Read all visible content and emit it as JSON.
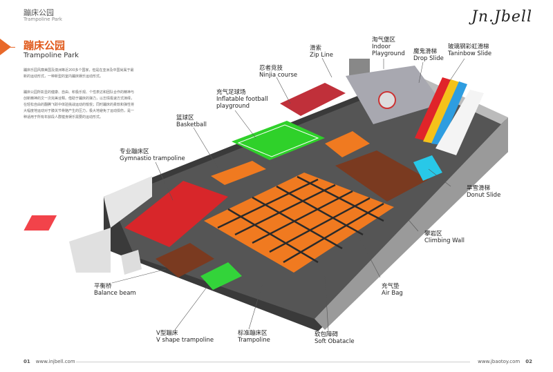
{
  "header": {
    "title_cn": "蹦床公园",
    "title_en": "Trampoline Park",
    "brand": "Jn.Jbell"
  },
  "intro": {
    "title_cn": "蹦床公园",
    "title_en": "Trampoline Park",
    "paragraph1": "蹦床乐园风靡美国及澳洲等近200多个国家，但是在亚洲及中国尚属于最新的运动形式，一种新型的室内蹦床娱乐运动形式。",
    "paragraph2": "蹦床公园所彰显的健康、自由、积极乐观、个性表达和团队合作的精神与创新精神的文一次完美诠释。借助于蹦床的弹力，以忘情极速方式演绎，在轻松自由的翻腾飞跃中体验挑战运动的愉悦；同时蹦床的柔软和弹性将大幅度地运动对于膝关节骨骼产生的压力，极大地避免了运动损伤，是一种适用于所有年龄段人群健身娱乐需要的运动形式。"
  },
  "labels": [
    {
      "id": "zip-line",
      "cn": "滑索",
      "en": "Zip Line"
    },
    {
      "id": "indoor-playground",
      "cn": "淘气堡区",
      "en": "Indoor Playground"
    },
    {
      "id": "drop-slide",
      "cn": "魔鬼滑梯",
      "en": "Drop Slide"
    },
    {
      "id": "taninbow-slide",
      "cn": "玻璃钢彩虹滑梯",
      "en": "Taninbow Slide"
    },
    {
      "id": "ninja-course",
      "cn": "忍者竞技",
      "en": "Ninjia course"
    },
    {
      "id": "inflatable-football",
      "cn": "充气足球场",
      "en": "Inflatable football playground"
    },
    {
      "id": "basketball",
      "cn": "篮球区",
      "en": "Basketball"
    },
    {
      "id": "gymnastic-trampoline",
      "cn": "专业蹦床区",
      "en": "Gymnastio trampoline"
    },
    {
      "id": "donut-slide",
      "cn": "旱雪滑梯",
      "en": "Donut Slide"
    },
    {
      "id": "climbing-wall",
      "cn": "攀岩区",
      "en": "Climbing Wall"
    },
    {
      "id": "air-bag",
      "cn": "充气垫",
      "en": "Air Bag"
    },
    {
      "id": "balance-beam",
      "cn": "平衡桥",
      "en": "Balance beam"
    },
    {
      "id": "v-shape-trampoline",
      "cn": "V型蹦床",
      "en": "V shape trampoline"
    },
    {
      "id": "trampoline",
      "cn": "标准蹦床区",
      "en": "Trampoline"
    },
    {
      "id": "soft-obstacle",
      "cn": "软包障碍",
      "en": "Soft Obatacle"
    }
  ],
  "footer": {
    "page_left": "01",
    "url_left": "www.injbell.com",
    "url_right": "www.jbaotoy.com",
    "page_right": "02"
  },
  "colors": {
    "accent": "#e8692a",
    "trampoline_orange": "#f07a20",
    "court_red": "#e0242a",
    "foam_pit": "#7a3a20",
    "football_green": "#2fd12a"
  }
}
